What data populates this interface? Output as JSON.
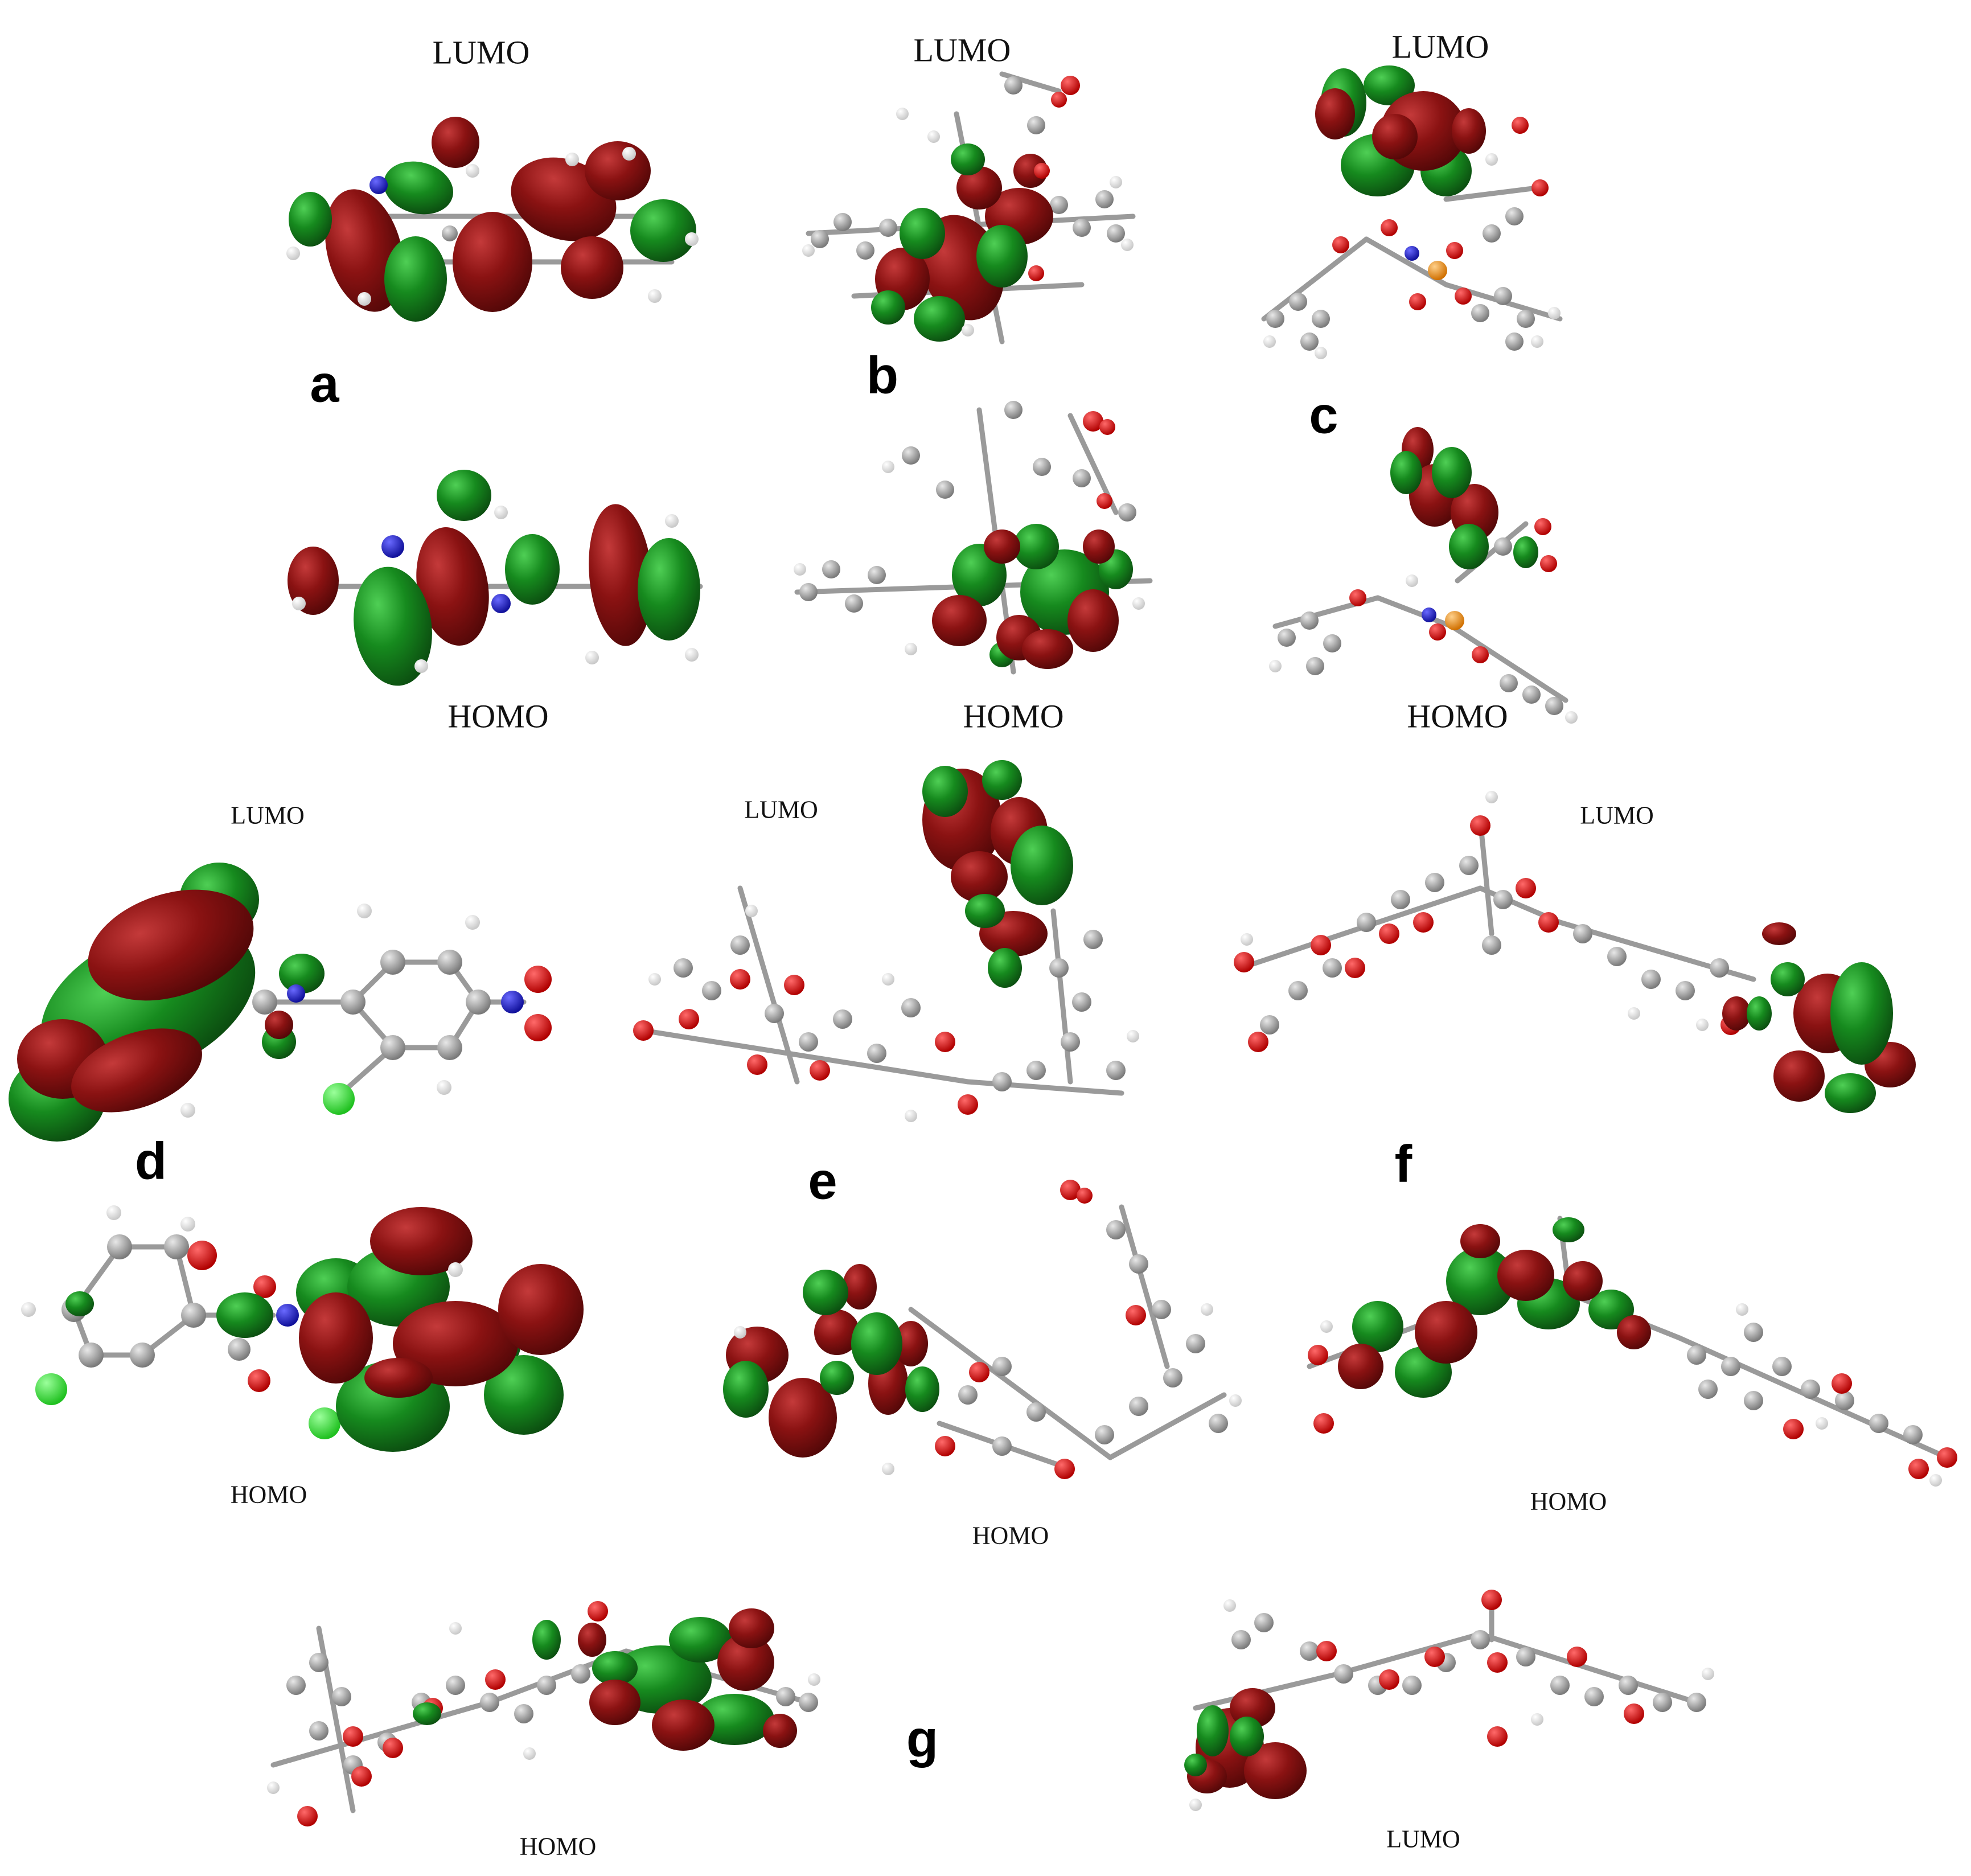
{
  "figure": {
    "panels": [
      {
        "id": "a",
        "letter": "a",
        "lumo_label": "LUMO",
        "homo_label": "HOMO"
      },
      {
        "id": "b",
        "letter": "b",
        "lumo_label": "LUMO",
        "homo_label": "HOMO"
      },
      {
        "id": "c",
        "letter": "c",
        "lumo_label": "LUMO",
        "homo_label": "HOMO"
      },
      {
        "id": "d",
        "letter": "d",
        "lumo_label": "LUMO",
        "homo_label": "HOMO"
      },
      {
        "id": "e",
        "letter": "e",
        "lumo_label": "LUMO",
        "homo_label": "HOMO"
      },
      {
        "id": "f",
        "letter": "f",
        "lumo_label": "LUMO",
        "homo_label": "HOMO"
      },
      {
        "id": "g",
        "letter": "g",
        "lumo_label": "LUMO",
        "homo_label": "HOMO"
      }
    ]
  },
  "colors": {
    "orbital_positive": "#7d0f0f",
    "orbital_negative": "#127a1a",
    "carbon": "#a6a6a6",
    "hydrogen": "#f4f4f4",
    "oxygen": "#e00000",
    "nitrogen": "#1a1ad6",
    "phosphorus": "#f39a1c",
    "chlorine": "#33e633",
    "bond": "#9a9a9a"
  }
}
